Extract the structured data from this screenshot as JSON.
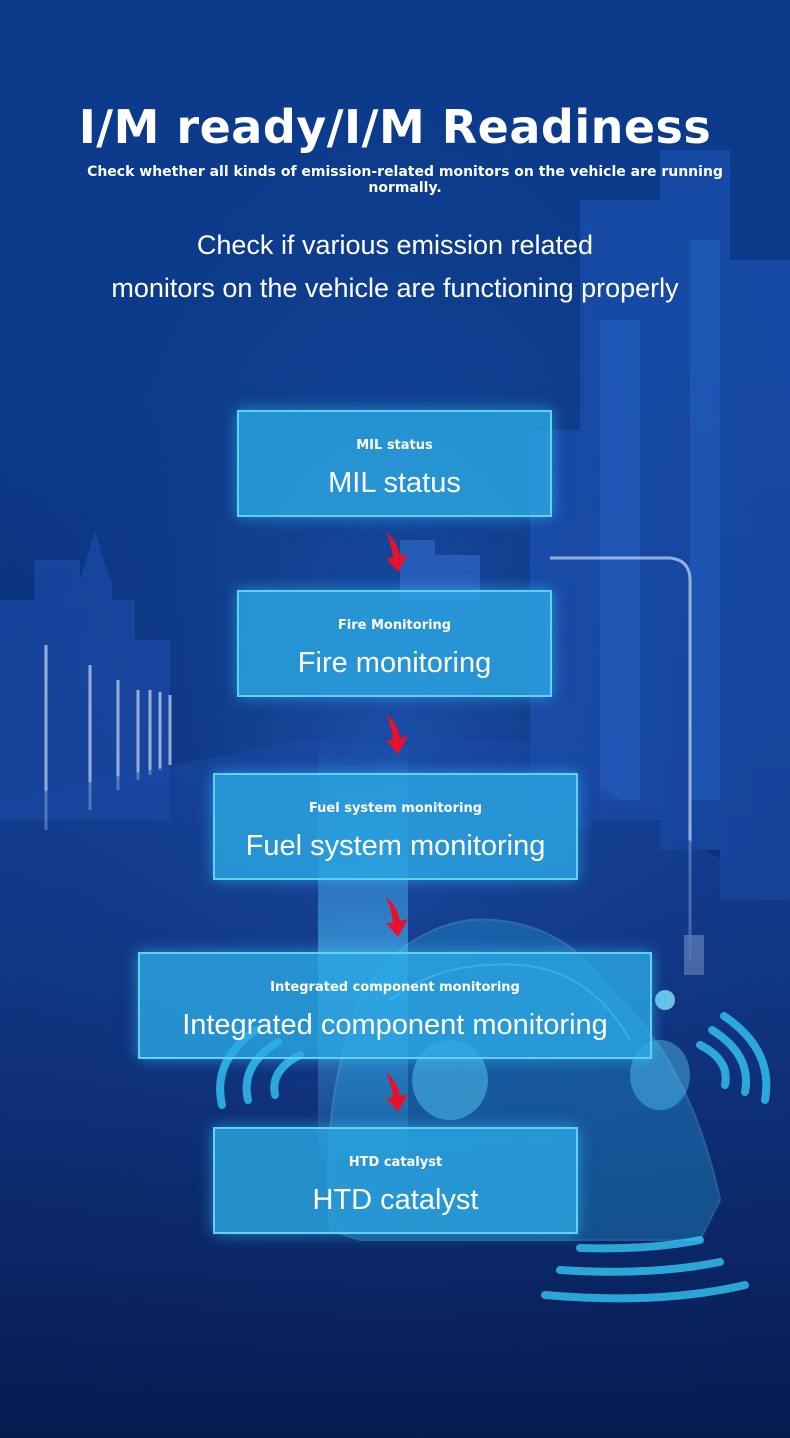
{
  "header": {
    "title": "I/M ready/I/M Readiness",
    "subtitle_small": "Check whether all kinds of emission-related monitors on the vehicle are running normally.",
    "subtitle_line1": "Check if various emission related",
    "subtitle_line2": "monitors on the vehicle are functioning properly"
  },
  "steps": [
    {
      "label_small": "MIL status",
      "label_large": "MIL status"
    },
    {
      "label_small": "Fire Monitoring",
      "label_large": "Fire monitoring"
    },
    {
      "label_small": "Fuel system monitoring",
      "label_large": "Fuel system monitoring"
    },
    {
      "label_small": "Integrated component monitoring",
      "label_large": "Integrated component monitoring"
    },
    {
      "label_small": "HTD catalyst",
      "label_large": "HTD catalyst"
    }
  ],
  "colors": {
    "background": "#0c3a8a",
    "box_fill": "#2caae6",
    "box_border": "#5fd0ff",
    "arrow": "#e8102a",
    "text": "#ffffff"
  },
  "icons": [
    "city-skyline-illustration",
    "car-wireframe-illustration",
    "down-arrow-icon"
  ]
}
